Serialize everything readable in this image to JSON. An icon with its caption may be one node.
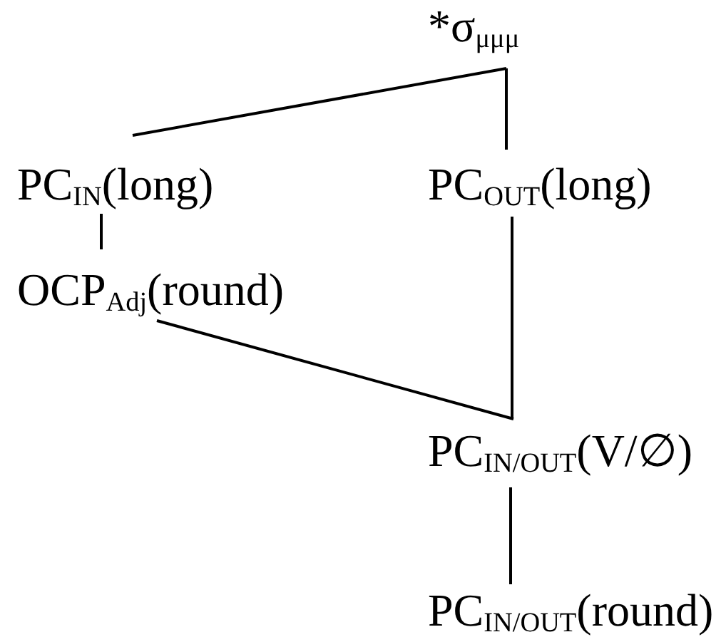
{
  "diagram": {
    "nodes": [
      {
        "text": [
          "*σ$_{μμμ}$"
        ]
      },
      {
        "text": [
          "PC$_{IN}$(long)"
        ]
      },
      {
        "text": [
          "PC$_{OUT}$(long)"
        ]
      },
      {
        "text": [
          "OCP$_{Adj}$(round)"
        ]
      },
      {
        "text": [
          "PC$_{IN/OUT}$(V/∅)"
        ]
      },
      {
        "text": [
          "PC$_{IN/OUT}$(round)"
        ]
      }
    ],
    "edges": [
      {
        "from": 0,
        "to": 1,
        "arrow": "none"
      },
      {
        "from": 0,
        "to": 2,
        "arrow": "none"
      },
      {
        "from": 1,
        "to": 3,
        "arrow": "none"
      },
      {
        "from": 3,
        "to": 4,
        "arrow": "none"
      },
      {
        "from": 2,
        "to": 4,
        "arrow": "none"
      },
      {
        "from": 4,
        "to": 5,
        "arrow": "none"
      }
    ]
  }
}
